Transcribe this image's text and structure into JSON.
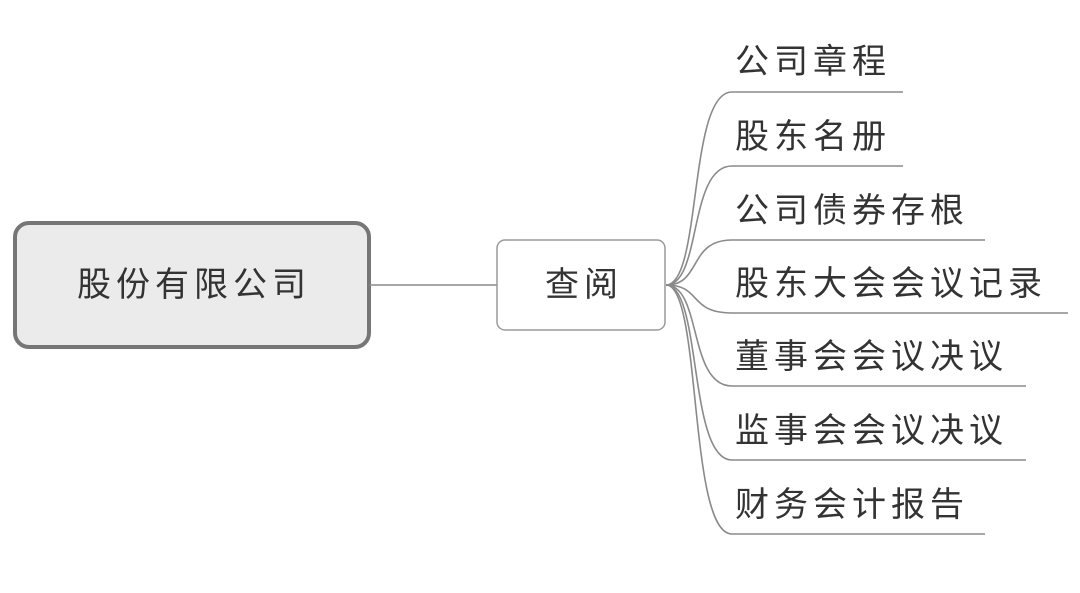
{
  "root": {
    "label": "股份有限公司"
  },
  "hub": {
    "label": "查阅"
  },
  "branches": [
    {
      "label": "公司章程"
    },
    {
      "label": "股东名册"
    },
    {
      "label": "公司债券存根"
    },
    {
      "label": "股东大会会议记录"
    },
    {
      "label": "董事会会议决议"
    },
    {
      "label": "监事会会议决议"
    },
    {
      "label": "财务会计报告"
    }
  ]
}
